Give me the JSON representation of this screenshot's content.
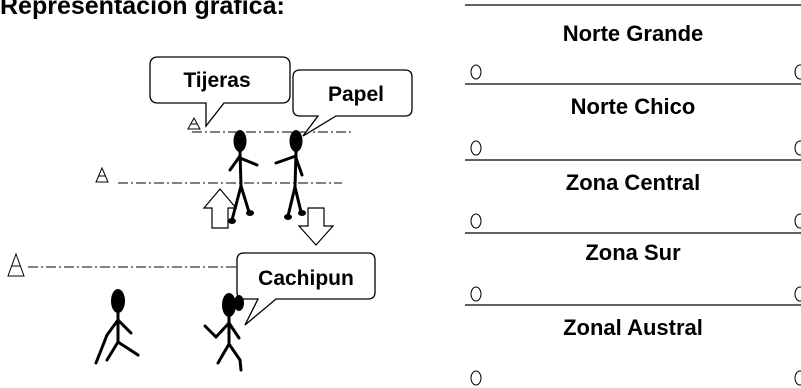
{
  "heading": "Representación gráfica:",
  "bubbles": {
    "tijeras": "Tijeras",
    "papel": "Papel",
    "cachipun": "Cachipun"
  },
  "zones": [
    "Norte Grande",
    "Norte Chico",
    "Zona Central",
    "Zona Sur",
    "Zonal Austral"
  ]
}
